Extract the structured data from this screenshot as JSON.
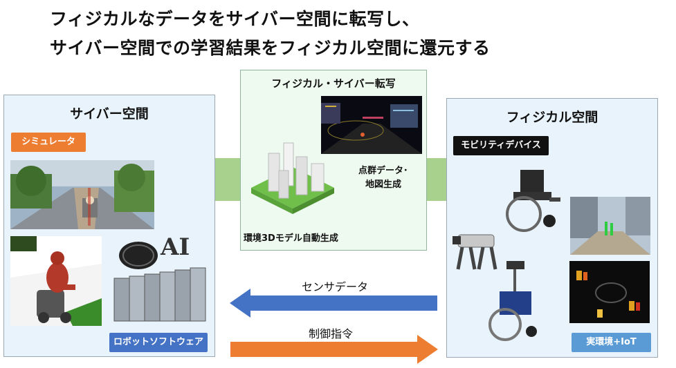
{
  "header": {
    "line1": "フィジカルなデータをサイバー空間に転写し、",
    "line2": "サイバー空間での学習結果をフィジカル空間に還元する"
  },
  "cyber": {
    "title": "サイバー空間",
    "simulator_tag": "シミュレータ",
    "robot_software_tag": "ロボットソフトウェア",
    "ai_label": "AI"
  },
  "transfer": {
    "title": "フィジカル・サイバー転写",
    "pointcloud_label_1": "点群データ･",
    "pointcloud_label_2": "地図生成",
    "model_label": "環境3Dモデル自動生成"
  },
  "physical": {
    "title": "フィジカル空間",
    "mobility_tag": "モビリティデバイス",
    "real_env_tag": "実環境+IoT"
  },
  "flows": {
    "sensor_data": "センサデータ",
    "control_command": "制御指令"
  },
  "colors": {
    "green_arrow": "#a9d18e",
    "blue_arrow": "#4472c4",
    "orange_arrow": "#ed7d31",
    "orange_tag": "#ed7d31",
    "blue_tag": "#4472c4",
    "black_tag": "#111111",
    "panel_bg": "#e8f3fb"
  }
}
